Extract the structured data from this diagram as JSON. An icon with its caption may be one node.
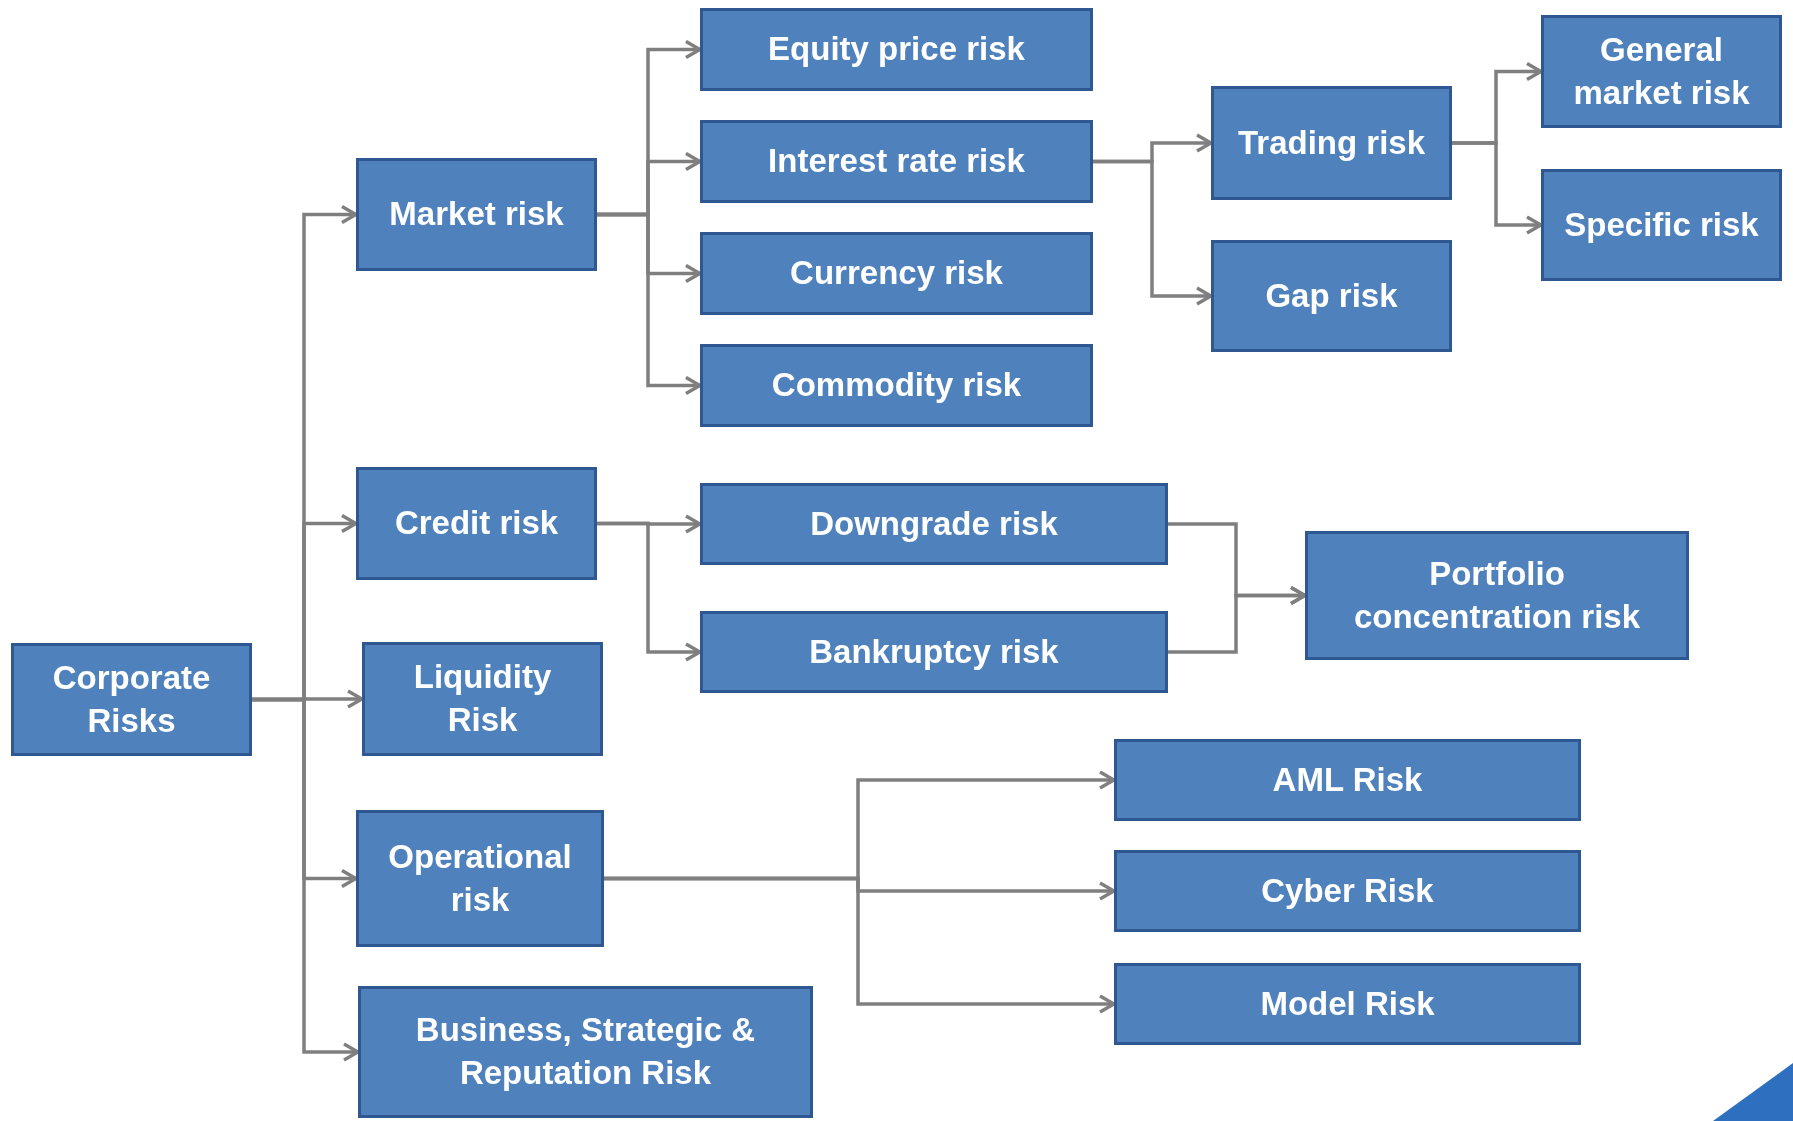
{
  "diagram": {
    "nodes": [
      {
        "text": [
          "Corporate Risks"
        ]
      },
      {
        "text": [
          "Market risk"
        ]
      },
      {
        "text": [
          "Credit risk"
        ]
      },
      {
        "text": [
          "Liquidity Risk"
        ]
      },
      {
        "text": [
          "Operational risk"
        ]
      },
      {
        "text": [
          "Business, Strategic & Reputation Risk"
        ]
      },
      {
        "text": [
          "Equity price risk"
        ]
      },
      {
        "text": [
          "Interest rate risk"
        ]
      },
      {
        "text": [
          "Currency risk"
        ]
      },
      {
        "text": [
          "Commodity risk"
        ]
      },
      {
        "text": [
          "Trading risk"
        ]
      },
      {
        "text": [
          "Gap risk"
        ]
      },
      {
        "text": [
          "General market risk"
        ]
      },
      {
        "text": [
          "Specific risk"
        ]
      },
      {
        "text": [
          "Downgrade risk"
        ]
      },
      {
        "text": [
          "Bankruptcy risk"
        ]
      },
      {
        "text": [
          "Portfolio concentration risk"
        ]
      },
      {
        "text": [
          "AML Risk"
        ]
      },
      {
        "text": [
          "Cyber Risk"
        ]
      },
      {
        "text": [
          "Model Risk"
        ]
      }
    ],
    "edges": [
      {
        "from": 0,
        "to": 1,
        "arrow": "to"
      },
      {
        "from": 0,
        "to": 2,
        "arrow": "to"
      },
      {
        "from": 0,
        "to": 3,
        "arrow": "to"
      },
      {
        "from": 0,
        "to": 4,
        "arrow": "to"
      },
      {
        "from": 0,
        "to": 5,
        "arrow": "to"
      },
      {
        "from": 1,
        "to": 6,
        "arrow": "to"
      },
      {
        "from": 1,
        "to": 7,
        "arrow": "to"
      },
      {
        "from": 1,
        "to": 8,
        "arrow": "to"
      },
      {
        "from": 1,
        "to": 9,
        "arrow": "to"
      },
      {
        "from": 7,
        "to": 10,
        "arrow": "to"
      },
      {
        "from": 7,
        "to": 11,
        "arrow": "to"
      },
      {
        "from": 10,
        "to": 12,
        "arrow": "to"
      },
      {
        "from": 10,
        "to": 13,
        "arrow": "to"
      },
      {
        "from": 2,
        "to": 14,
        "arrow": "to"
      },
      {
        "from": 2,
        "to": 15,
        "arrow": "to"
      },
      {
        "from": 14,
        "to": 16,
        "arrow": "to"
      },
      {
        "from": 15,
        "to": 16,
        "arrow": "to"
      },
      {
        "from": 4,
        "to": 17,
        "arrow": "to"
      },
      {
        "from": 4,
        "to": 18,
        "arrow": "to"
      },
      {
        "from": 4,
        "to": 19,
        "arrow": "to"
      }
    ]
  }
}
